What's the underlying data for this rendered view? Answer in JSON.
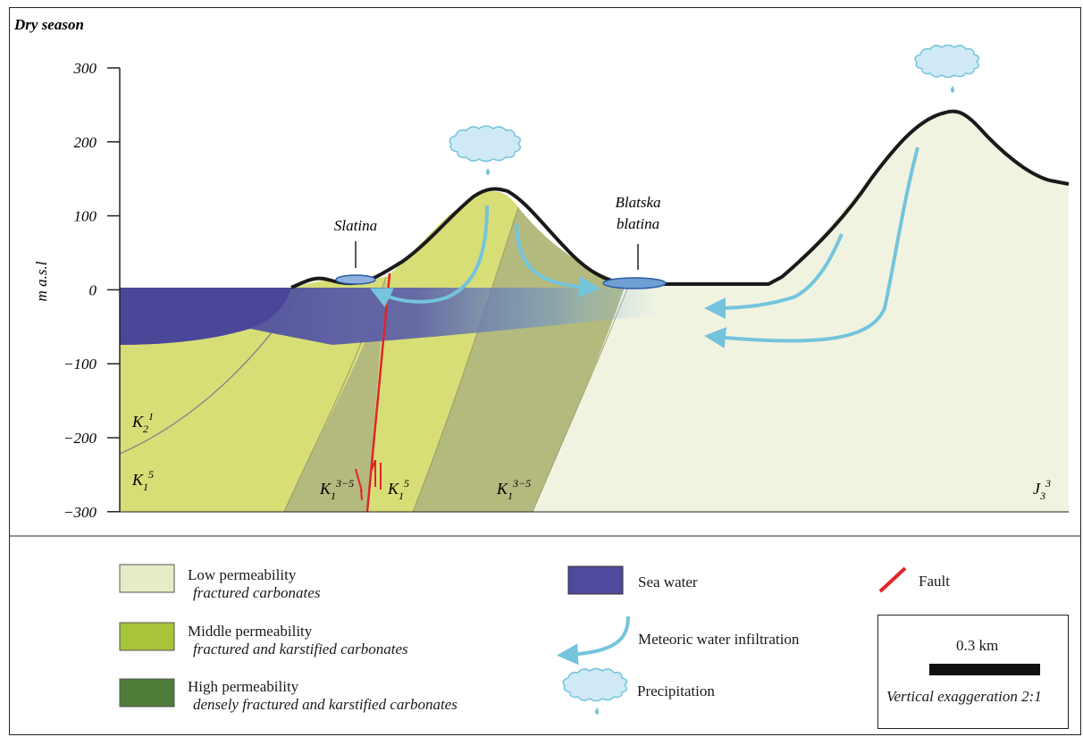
{
  "panel_title": "Dry season",
  "y_axis": {
    "label": "m a.s.l",
    "ticks": [
      "300",
      "200",
      "100",
      "0",
      "−100",
      "−200",
      "−300"
    ]
  },
  "place_labels": {
    "slatina": "Slatina",
    "blatska_line1": "Blatska",
    "blatska_line2": "blatina"
  },
  "formations": [
    {
      "id": "k21",
      "base": "K",
      "sub": "2",
      "sup": "1"
    },
    {
      "id": "k15_left",
      "base": "K",
      "sub": "1",
      "sup": "5"
    },
    {
      "id": "k135_a",
      "base": "K",
      "sub": "1",
      "sup": "3−5"
    },
    {
      "id": "k15_mid",
      "base": "K",
      "sub": "1",
      "sup": "5"
    },
    {
      "id": "k135_b",
      "base": "K",
      "sub": "1",
      "sup": "3−5"
    },
    {
      "id": "j33",
      "base": "J",
      "sub": "3",
      "sup": "3"
    }
  ],
  "legend": {
    "low_title": "Low permeability",
    "low_sub": "fractured carbonates",
    "mid_title": "Middle permeability",
    "mid_sub": "fractured and karstified carbonates",
    "high_title": "High permeability",
    "high_sub": "densely fractured and karstified carbonates",
    "sea": "Sea water",
    "meteoric": "Meteoric water infiltration",
    "precip": "Precipitation",
    "fault": "Fault",
    "scale": "0.3 km",
    "exaggeration": "Vertical exaggeration 2:1"
  },
  "colors": {
    "low": "#f1f3e1",
    "middle": "#d7de76",
    "high": "#b4b97d",
    "sea": "#4f4a9c",
    "water_arrow": "#74c4dc",
    "fault": "#e0242a",
    "cloud": "#cfe9f6"
  }
}
